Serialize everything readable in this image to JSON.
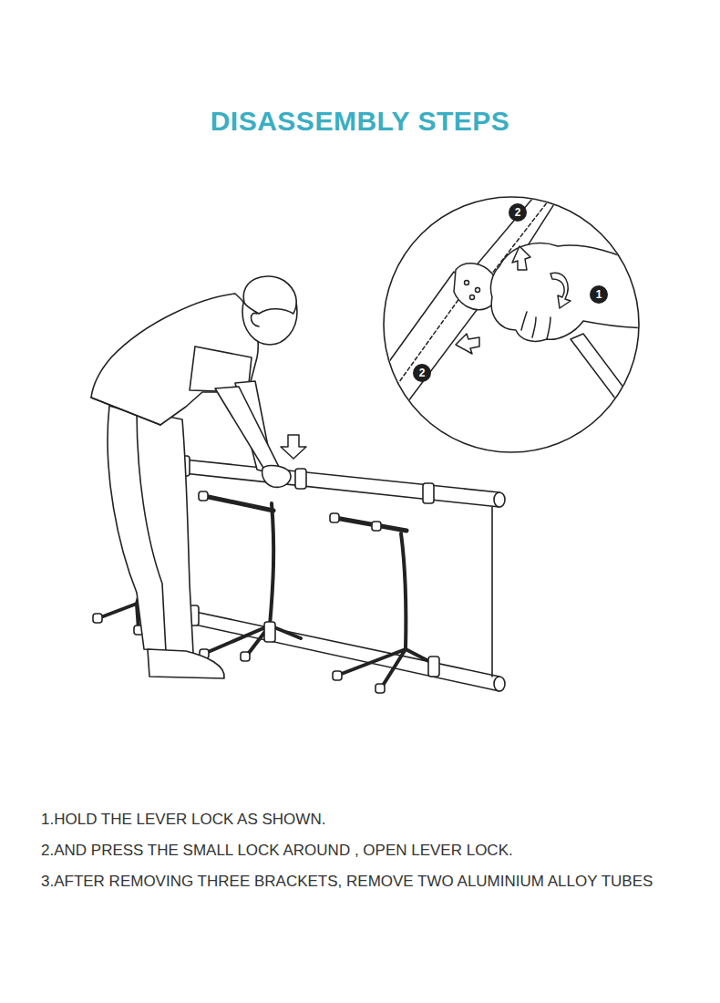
{
  "diagram": {
    "title": "DISASSEMBLY STEPS",
    "nodes": [
      {
        "text": [
          "2"
        ]
      },
      {
        "text": [
          "1"
        ]
      },
      {
        "text": [
          "2"
        ]
      }
    ],
    "labels": [
      "1.HOLD THE LEVER LOCK AS SHOWN.",
      "2.AND PRESS THE SMALL LOCK AROUND , OPEN LEVER LOCK.",
      "3.AFTER REMOVING THREE BRACKETS, REMOVE TWO ALUMINIUM ALLOY TUBES"
    ]
  }
}
